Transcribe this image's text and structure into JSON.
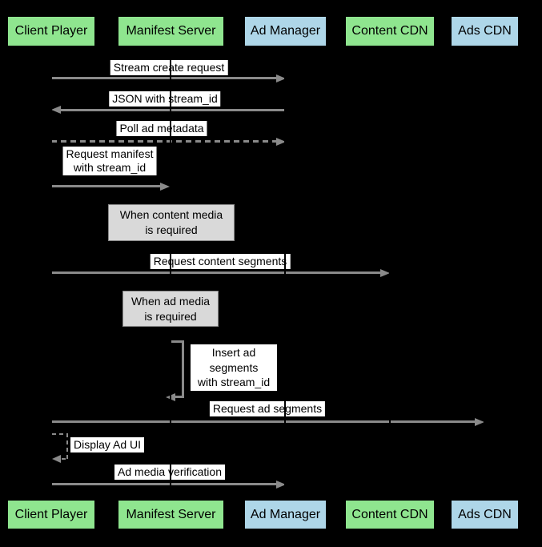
{
  "diagram": {
    "participants": [
      {
        "name": "Client Player",
        "type": "green"
      },
      {
        "name": "Manifest Server",
        "type": "green"
      },
      {
        "name": "Ad Manager",
        "type": "blue"
      },
      {
        "name": "Content CDN",
        "type": "green"
      },
      {
        "name": "Ads CDN",
        "type": "blue"
      }
    ],
    "messages": [
      {
        "label": "Stream create request",
        "from": "Client Player",
        "to": "Ad Manager",
        "line": "solid",
        "direction": "right"
      },
      {
        "label": "JSON with stream_id",
        "from": "Ad Manager",
        "to": "Client Player",
        "line": "solid",
        "direction": "left"
      },
      {
        "label": "Poll ad metadata",
        "from": "Client Player",
        "to": "Ad Manager",
        "line": "dashed",
        "direction": "right"
      },
      {
        "label": "Request manifest\nwith stream_id",
        "from": "Client Player",
        "to": "Manifest Server",
        "line": "solid",
        "direction": "right"
      },
      {
        "label": "Request content segments",
        "from": "Client Player",
        "to": "Content CDN",
        "line": "solid",
        "direction": "right"
      },
      {
        "label": "Insert ad\nsegments\nwith stream_id",
        "from": "Manifest Server",
        "to": "Manifest Server",
        "line": "solid",
        "direction": "self"
      },
      {
        "label": "Request ad segments",
        "from": "Client Player",
        "to": "Ads CDN",
        "line": "solid",
        "direction": "right"
      },
      {
        "label": "Display Ad UI",
        "from": "Client Player",
        "to": "Client Player",
        "line": "dashed",
        "direction": "self"
      },
      {
        "label": "Ad media verification",
        "from": "Client Player",
        "to": "Ad Manager",
        "line": "solid",
        "direction": "right"
      }
    ],
    "notes": [
      {
        "text": "When content media\nis required"
      },
      {
        "text": "When ad media\nis required"
      }
    ],
    "colors": {
      "background": "#000000",
      "participant_green": "#8fe58f",
      "participant_blue": "#aed6e8",
      "arrow": "#8a8a8a",
      "note_fill": "#d9d9d9",
      "note_border": "#888888",
      "label_bg": "#ffffff",
      "text": "#000000"
    }
  }
}
